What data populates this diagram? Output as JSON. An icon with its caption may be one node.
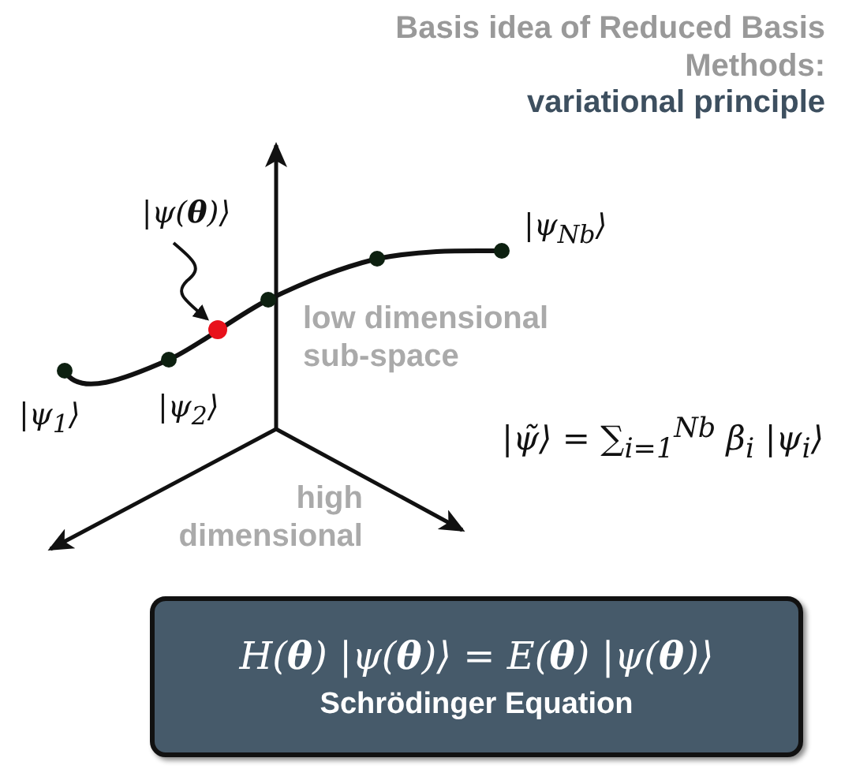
{
  "diagram": {
    "title": "Basis idea of Reduced Basis Methods:",
    "nodes": [
      {
        "text": [
          "|ψ(**θ**)⟩"
        ]
      },
      {
        "text": [],
        "shape": "circle"
      },
      {
        "text": [
          "H(**θ**) |ψ(**θ**)⟩ = E(**θ**) |ψ(**θ**)⟩",
          "Schrödinger Equation"
        ]
      }
    ],
    "edges": [
      {
        "from": 0,
        "to": 1,
        "arrow": "to"
      }
    ],
    "labels": [
      "variational principle",
      "|ψ$_{Nb}$⟩",
      "low dimensional sub-space",
      "|ψ$_{1}$⟩",
      "|ψ$_{2}$⟩",
      "|ψ̃⟩ = ∑$_{i=1}$$^{Nb}$ β$_{i}$ |ψ$_{i}$⟩",
      "high dimensional"
    ]
  }
}
